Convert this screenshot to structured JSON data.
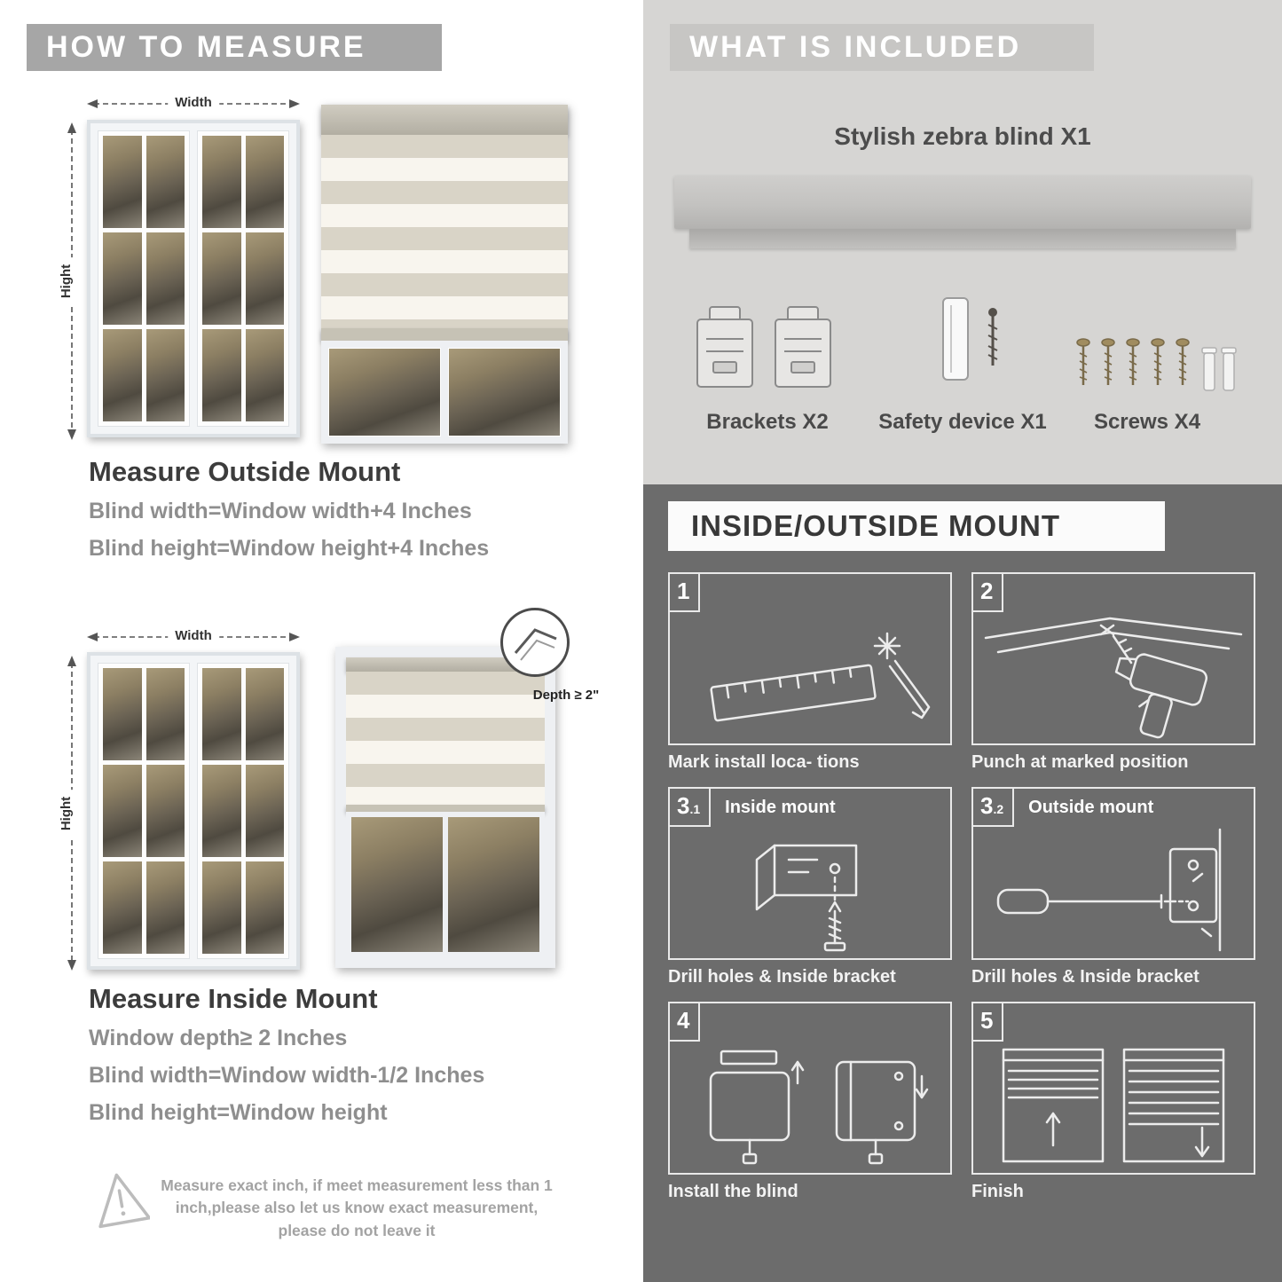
{
  "left": {
    "header": "HOW TO MEASURE",
    "labels": {
      "width": "Width",
      "height": "Hight",
      "depth": "Depth ≥ 2\""
    },
    "outside": {
      "title": "Measure Outside Mount",
      "line1": "Blind width=Window width+4 Inches",
      "line2": "Blind height=Window height+4 Inches"
    },
    "inside": {
      "title": "Measure Inside Mount",
      "line1": "Window depth≥ 2 Inches",
      "line2": "Blind width=Window width-1/2 Inches",
      "line3": "Blind height=Window height"
    },
    "note": "Measure exact inch, if meet measurement less than 1 inch,please also let us know exact measurement, please do not leave it"
  },
  "right": {
    "included": {
      "header": "WHAT IS INCLUDED",
      "product_title": "Stylish zebra blind X1",
      "item_labels": [
        "Brackets X2",
        "Safety device X1",
        "Screws X4"
      ]
    },
    "mount": {
      "header": "INSIDE/OUTSIDE MOUNT",
      "steps": [
        {
          "num": "1",
          "sub": "",
          "title": "",
          "caption": "Mark install loca- tions"
        },
        {
          "num": "2",
          "sub": "",
          "title": "",
          "caption": "Punch at  marked position"
        },
        {
          "num": "3",
          "sub": ".1",
          "title": "Inside mount",
          "caption": "Drill holes &  Inside bracket"
        },
        {
          "num": "3",
          "sub": ".2",
          "title": "Outside mount",
          "caption": "Drill holes &  Inside bracket"
        },
        {
          "num": "4",
          "sub": "",
          "title": "",
          "caption": "Install the blind"
        },
        {
          "num": "5",
          "sub": "",
          "title": "",
          "caption": "Finish"
        }
      ]
    }
  },
  "icons": {
    "warning": "warning-triangle-icon",
    "width_arrow": "horizontal-measure-arrow-icon",
    "height_arrow": "vertical-measure-arrow-icon"
  },
  "colors": {
    "left_header_bg": "#a6a6a6",
    "right_header_bg": "#c7c6c4",
    "included_bg": "#d6d5d3",
    "mount_bg": "#6c6c6c",
    "heading_text": "#3c3c3c",
    "body_text_gray": "#8e8e8e",
    "stripe_beige": "#d9d4c7",
    "stripe_white": "#f8f5ee"
  }
}
